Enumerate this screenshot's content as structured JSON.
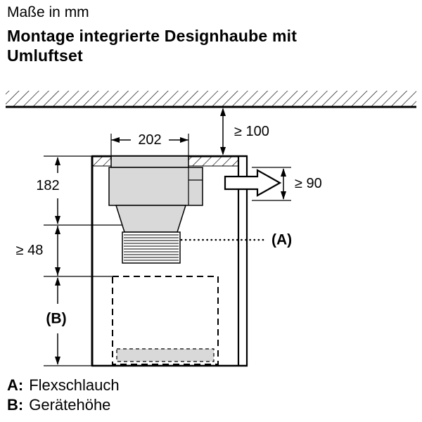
{
  "header": {
    "units_note": "Maße in mm",
    "title_line1": "Montage integrierte Designhaube mit",
    "title_line2": "Umluftset"
  },
  "diagram": {
    "dim_top_width": "202",
    "dim_ceiling_gap": "≥ 100",
    "dim_upper_height": "182",
    "dim_outlet_height": "≥ 90",
    "dim_hose_min": "≥ 48",
    "ref_a": "(A)",
    "ref_b": "(B)"
  },
  "legend": {
    "a_key": "A:",
    "a_value": "Flexschlauch",
    "b_key": "B:",
    "b_value": "Gerätehöhe"
  },
  "colors": {
    "line": "#000000",
    "component_fill": "#d9d9d9",
    "background": "#ffffff"
  }
}
